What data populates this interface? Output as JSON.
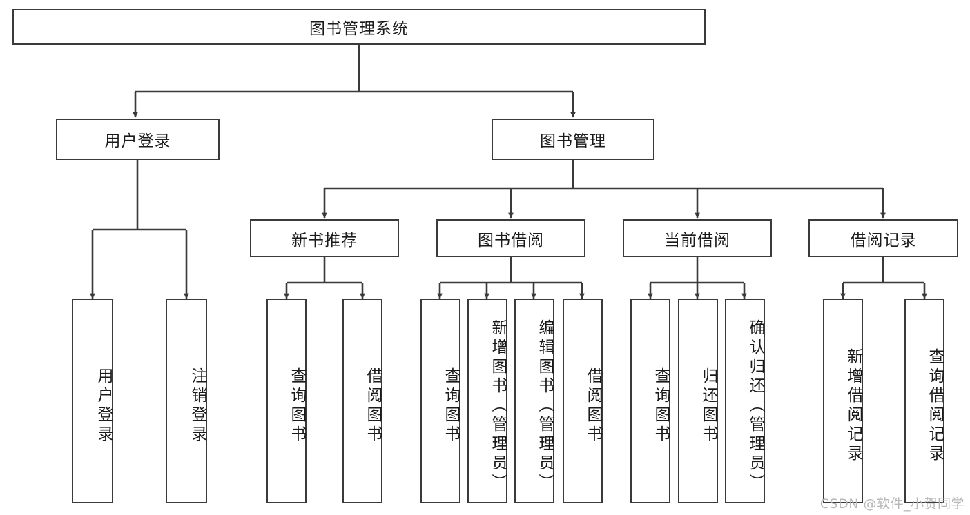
{
  "diagram": {
    "title": "图书管理系统",
    "type": "hierarchy-tree",
    "orientation": "top-down",
    "levels": 4,
    "colors": {
      "stroke": "#3a3a3a",
      "fill": "#ffffff",
      "text": "#1a1a1a",
      "watermark": "#b8b8b8"
    },
    "nodes": {
      "root": {
        "label": "图书管理系统"
      },
      "level2": [
        {
          "label": "用户登录"
        },
        {
          "label": "图书管理"
        }
      ],
      "level3": [
        {
          "label": "新书推荐"
        },
        {
          "label": "图书借阅"
        },
        {
          "label": "当前借阅"
        },
        {
          "label": "借阅记录"
        }
      ],
      "leaves": {
        "user_login": [
          {
            "label": "用户登录"
          },
          {
            "label": "注销登录"
          }
        ],
        "new_book_recommend": [
          {
            "label": "查询图书"
          },
          {
            "label": "借阅图书"
          }
        ],
        "book_borrow": [
          {
            "label": "查询图书"
          },
          {
            "label": "新增图书（管理员）"
          },
          {
            "label": "编辑图书（管理员）"
          },
          {
            "label": "借阅图书"
          }
        ],
        "current_borrow": [
          {
            "label": "查询图书"
          },
          {
            "label": "归还图书"
          },
          {
            "label": "确认归还（管理员）"
          }
        ],
        "borrow_record": [
          {
            "label": "新增借阅记录"
          },
          {
            "label": "查询借阅记录"
          }
        ]
      }
    },
    "watermark": "CSDN @软件_小贺同学"
  }
}
